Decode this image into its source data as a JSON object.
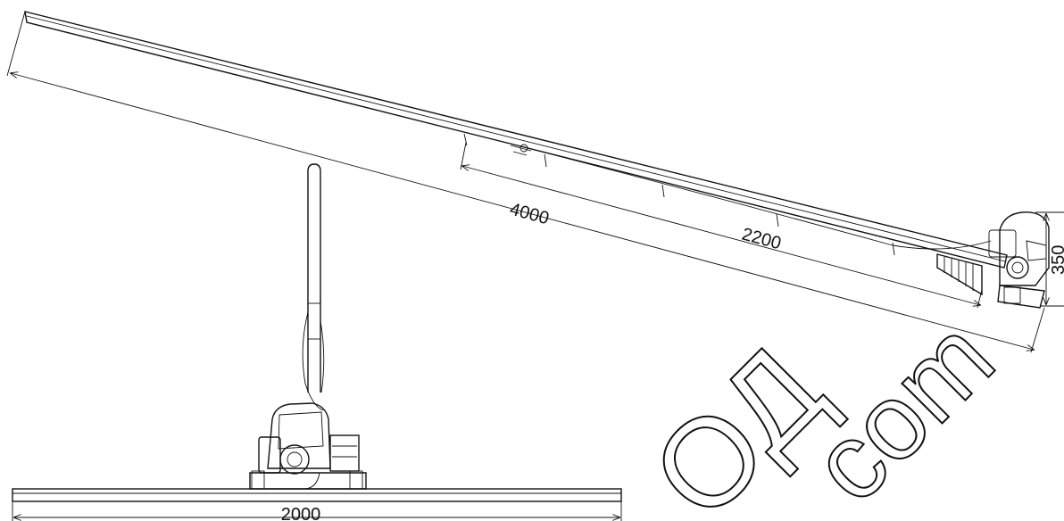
{
  "dimensions": {
    "total_length": "4000",
    "shaft_length": "2200",
    "head_height": "350",
    "base_width": "2000"
  },
  "watermark": {
    "part1": "ОД",
    "part2": "com"
  },
  "colors": {
    "ink": "#111111",
    "background": "#ffffff"
  }
}
